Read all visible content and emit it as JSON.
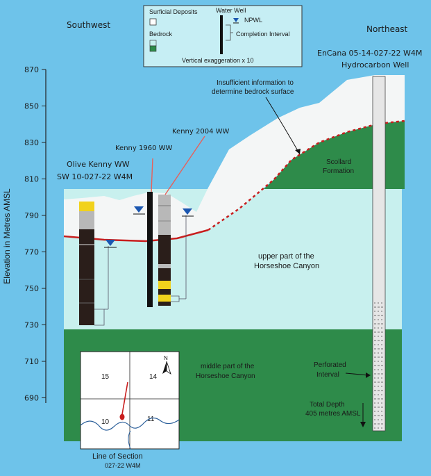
{
  "legend": {
    "surficial": "Surficial Deposits",
    "bedrock": "Bedrock",
    "water_well": "Water Well",
    "npwl": "NPWL",
    "completion": "Completion Interval",
    "vexag": "Vertical exaggeration x 10"
  },
  "directions": {
    "left": "Southwest",
    "right": "Northeast"
  },
  "y_axis": {
    "label": "Elevation in Metres AMSL",
    "ticks": [
      "870",
      "850",
      "830",
      "810",
      "790",
      "770",
      "750",
      "730",
      "710",
      "690"
    ]
  },
  "wells": {
    "olive_name": "Olive Kenny WW",
    "olive_loc": "SW 10-027-22 W4M",
    "kenny1960": "Kenny 1960 WW",
    "kenny2004": "Kenny 2004 WW",
    "encana_name": "EnCana 05-14-027-22 W4M",
    "encana_type": "Hydrocarbon Well"
  },
  "annotations": {
    "insufficient_1": "Insufficient information to",
    "insufficient_2": "determine bedrock surface",
    "scollard_1": "Scollard",
    "scollard_2": "Formation",
    "upper_hc_1": "upper part of the",
    "upper_hc_2": "Horseshoe Canyon",
    "middle_hc_1": "middle part of the",
    "middle_hc_2": "Horseshoe Canyon",
    "perforated_1": "Perforated",
    "perforated_2": "Interval",
    "total_depth_1": "Total Depth",
    "total_depth_2": "405 metres AMSL"
  },
  "inset_map": {
    "sections": [
      "15",
      "14",
      "10",
      "11"
    ],
    "north": "N",
    "caption_1": "Line of Section",
    "caption_2": "027-22 W4M"
  },
  "colors": {
    "sky": "#6ec3ea",
    "surficial": "#f4f6f6",
    "upper_hc": "#c8f0ee",
    "green": "#2e8b4a",
    "well_dark": "#2a1e1a",
    "coal": "#f1d21c",
    "bedrock_line": "#c81e1e",
    "kenny_line": "#e8605a"
  }
}
